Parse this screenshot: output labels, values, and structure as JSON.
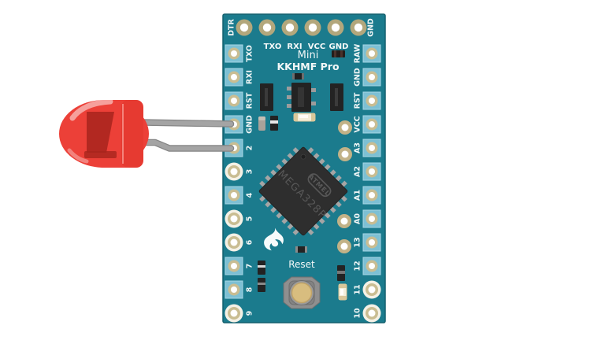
{
  "board": {
    "title_line1": "Mini",
    "title_line2": "KKHMF Pro",
    "reset_label": "Reset",
    "top_corner_left": "DTR",
    "top_corner_right": "GND",
    "top_labels": [
      "TXO",
      "RXI",
      "VCC",
      "GND"
    ],
    "left_pins": [
      "TXO",
      "RXI",
      "RST",
      "GND",
      "2",
      "3",
      "4",
      "5",
      "6",
      "7",
      "8",
      "9"
    ],
    "right_pins": [
      "RAW",
      "GND",
      "RST",
      "VCC",
      "A3",
      "A2",
      "A1",
      "A0",
      "13",
      "12",
      "11",
      "10"
    ],
    "chip": {
      "part": "MEGA328P",
      "brand": "ATMEL"
    }
  },
  "led": {
    "kind": "red LED",
    "connected_pins": [
      "GND",
      "2"
    ]
  },
  "colors": {
    "background": "#ffffff",
    "board": "#1b7b8d",
    "board_edge": "#14606e",
    "pad_square": "#7dc0d4",
    "pad_ring_tan": "#c9bd92",
    "pad_ring_white": "#f4f1e6",
    "top_hole_ring": "#b3a77c",
    "chip_body": "#2e2e2e",
    "chip_lead": "#a5a5a5",
    "chip_text": "#585858",
    "label_text": "#f2f7f7",
    "reset_body": "#8f8f8f",
    "reset_button": "#d8bd7f",
    "led_body": "#ec4038",
    "led_cap": "#e63a31",
    "led_dark": "#a8241d",
    "wire": "#a4a4a4"
  }
}
